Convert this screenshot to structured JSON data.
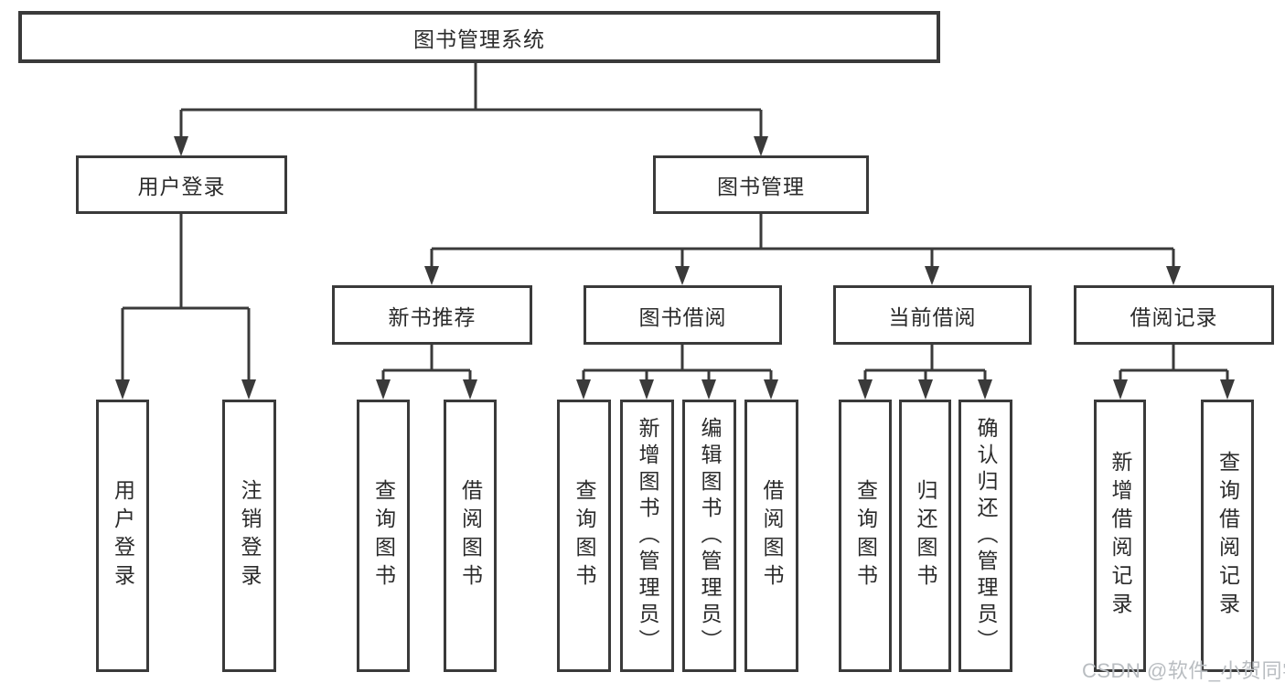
{
  "diagram": {
    "title": "图书管理系统",
    "level2": [
      {
        "label": "用户登录"
      },
      {
        "label": "图书管理"
      }
    ],
    "login_children": [
      "用户登录",
      "注销登录"
    ],
    "mgmt_groups": [
      {
        "label": "新书推荐",
        "children": [
          "查询图书",
          "借阅图书"
        ]
      },
      {
        "label": "图书借阅",
        "children": [
          "查询图书",
          "新增图书（管理员）",
          "编辑图书（管理员）",
          "借阅图书"
        ]
      },
      {
        "label": "当前借阅",
        "children": [
          "查询图书",
          "归还图书",
          "确认归还（管理员）"
        ]
      },
      {
        "label": "借阅记录",
        "children": [
          "新增借阅记录",
          "查询借阅记录"
        ]
      }
    ],
    "colors": {
      "line": "#3a3a3a",
      "text": "#2b2b2b",
      "background": "#ffffff",
      "watermark": "#b9bdc1"
    },
    "watermark": "CSDN @软件_小贺同学"
  }
}
